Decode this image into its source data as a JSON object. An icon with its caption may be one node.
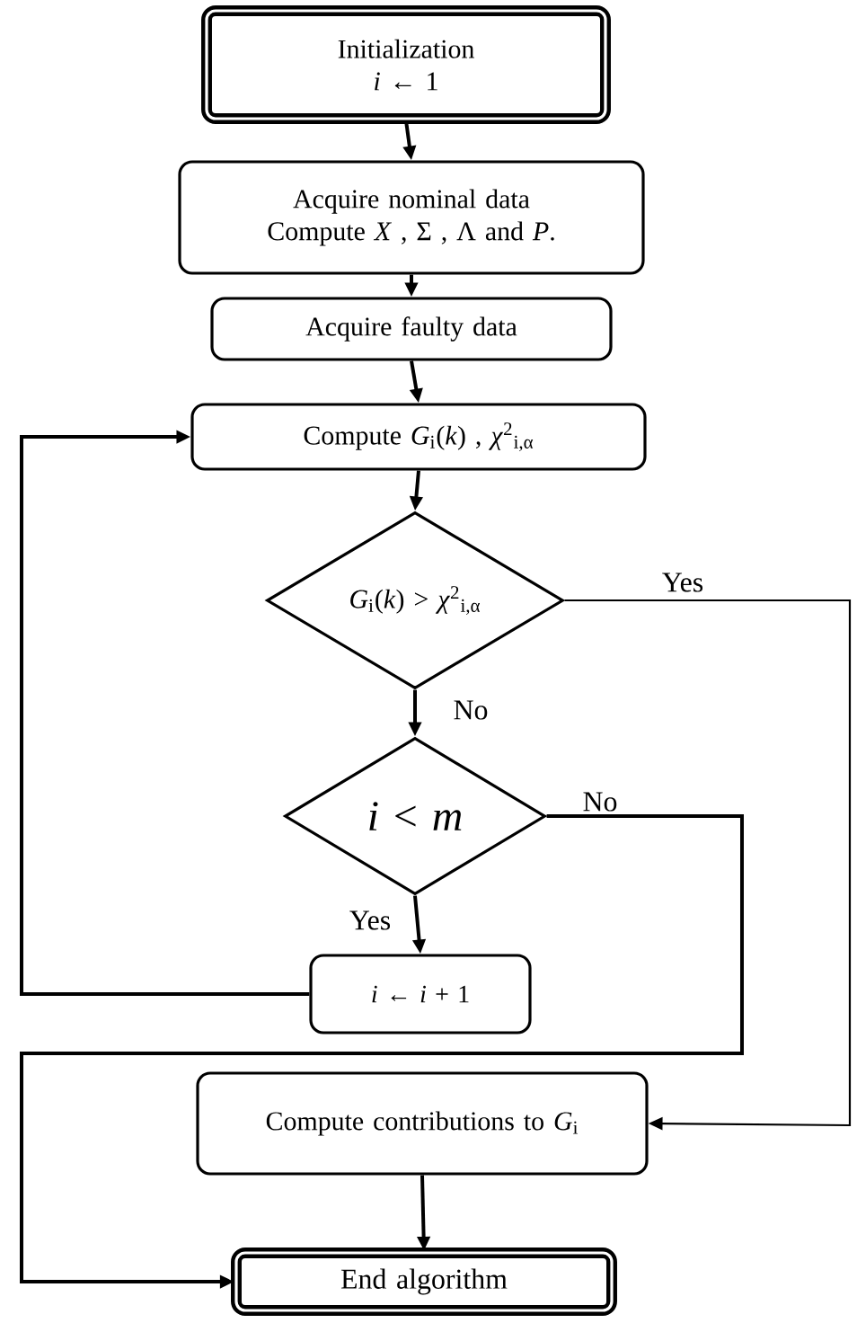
{
  "diagram": {
    "nodes": [
      {
        "text": [
          "Initialization",
          "*i* ← 1"
        ]
      },
      {
        "text": [
          "Acquire nominal data",
          "Compute *X* , Σ , Λ and *P*."
        ]
      },
      {
        "text": [
          "Acquire faulty data"
        ]
      },
      {
        "text": [
          "Compute *G*$_{i}$(*k*) , *χ*$^{2}$$_{i,α}$"
        ]
      },
      {
        "text": [
          "*G*$_{i}$(*k*) > *χ*$^{2}$$_{i,α}$"
        ]
      },
      {
        "text": [
          "*i* < *m*"
        ]
      },
      {
        "text": [
          "*i* ← *i* + 1"
        ]
      },
      {
        "text": [
          "Compute contributions to *G*$_{i}$"
        ]
      },
      {
        "text": [
          "End algorithm"
        ]
      }
    ],
    "edges": [
      {
        "from": 0,
        "to": 1,
        "arrow": "to"
      },
      {
        "from": 1,
        "to": 2,
        "arrow": "to"
      },
      {
        "from": 2,
        "to": 3,
        "arrow": "to"
      },
      {
        "from": 3,
        "to": 4,
        "arrow": "to"
      },
      {
        "from": 4,
        "to": 7,
        "arrow": "to",
        "label": "Yes"
      },
      {
        "from": 4,
        "to": 5,
        "arrow": "to",
        "label": "No"
      },
      {
        "from": 5,
        "to": 8,
        "arrow": "to",
        "label": "No"
      },
      {
        "from": 5,
        "to": 6,
        "arrow": "to",
        "label": "Yes"
      },
      {
        "from": 6,
        "to": 3,
        "arrow": "to"
      },
      {
        "from": 7,
        "to": 8,
        "arrow": "to"
      }
    ]
  }
}
